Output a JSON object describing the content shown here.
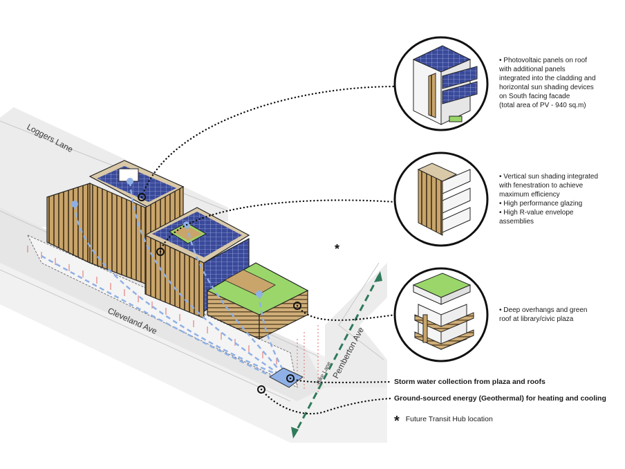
{
  "streets": {
    "loggers": "Loggers Lane",
    "cleveland": "Cleveland Ave",
    "pemberton": "Pemberton Ave",
    "bike": "Bike Lane"
  },
  "notes": {
    "pv": [
      "• Photovoltaic panels on roof",
      "with additional panels",
      "integrated into the cladding and",
      "horizontal sun shading devices",
      "on South facing facade",
      "(total area of PV - 940 sq.m)"
    ],
    "shading": [
      "• Vertical sun shading integrated",
      "with fenestration to achieve",
      "maximum efficiency",
      "• High performance glazing",
      "• High R-value envelope",
      "assemblies"
    ],
    "overhang": [
      "• Deep overhangs and green",
      "roof at library/civic plaza"
    ]
  },
  "callouts": {
    "storm": "Storm water collection from plaza and roofs",
    "geo": "Ground-sourced energy (Geothermal) for heating and cooling"
  },
  "legend": {
    "symbol": "*",
    "label": "Future Transit Hub location"
  },
  "colors": {
    "wood": "#c9a56b",
    "wood_dark": "#8a6a3a",
    "pv": "#3a4a9a",
    "green_roof": "#9ad66a",
    "water": "#8fb0e6",
    "transit": "#2f7a5a",
    "road": "#ececec",
    "red_line": "#e06a6a"
  }
}
